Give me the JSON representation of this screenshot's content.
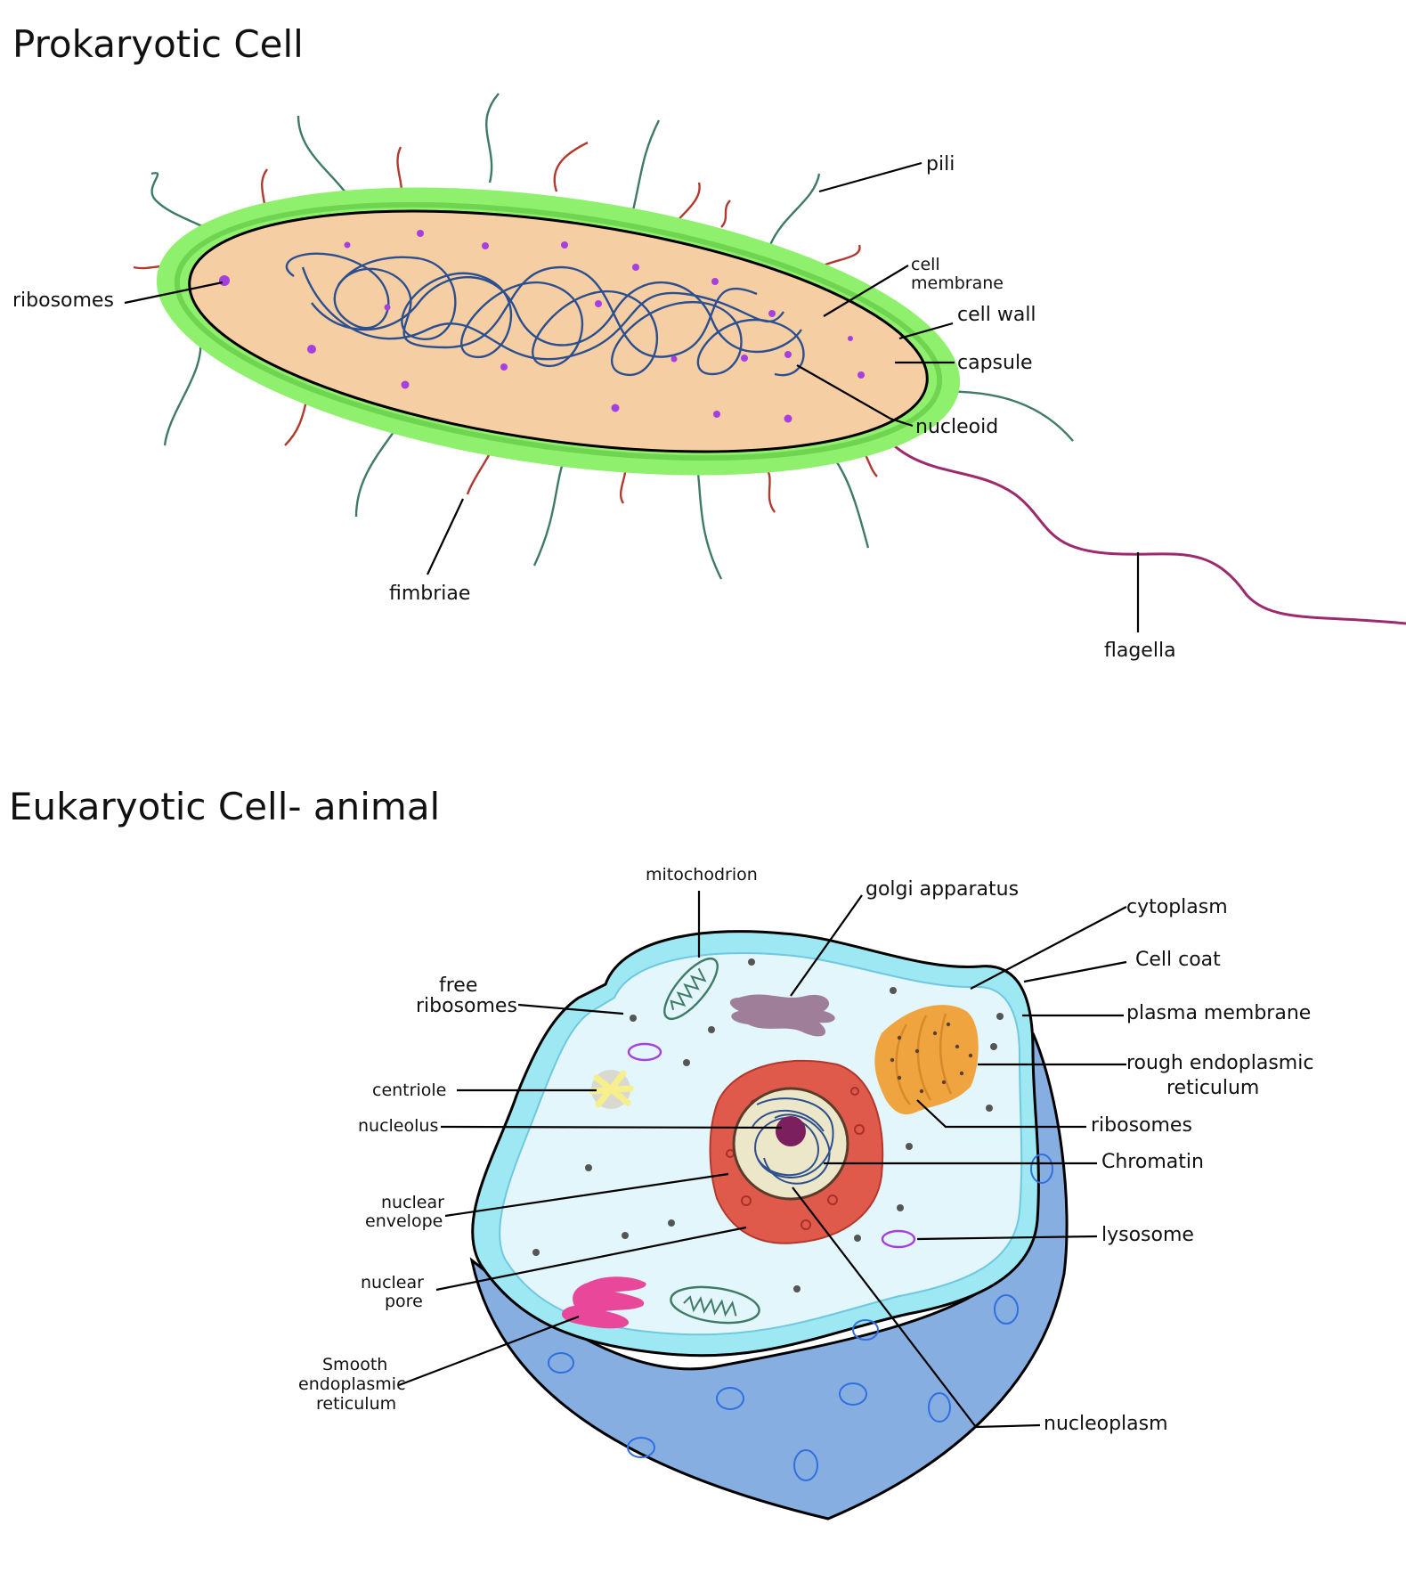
{
  "prokaryote": {
    "title": "Prokaryotic Cell",
    "labels": {
      "pili": "pili",
      "cell_membrane_1": "cell",
      "cell_membrane_2": "membrane",
      "cell_wall": "cell wall",
      "capsule": "capsule",
      "nucleoid": "nucleoid",
      "ribosomes": "ribosomes",
      "fimbriae": "fimbriae",
      "flagella": "flagella"
    }
  },
  "eukaryote": {
    "title": "Eukaryotic Cell- animal",
    "labels": {
      "mitochondrion": "mitochodrion",
      "golgi": "golgi apparatus",
      "cytoplasm": "cytoplasm",
      "cell_coat": "Cell coat",
      "plasma_membrane": "plasma membrane",
      "rough_er_1": "rough endoplasmic",
      "rough_er_2": "reticulum",
      "ribosomes": "ribosomes",
      "chromatin": "Chromatin",
      "lysosome": "lysosome",
      "nucleoplasm": "nucleoplasm",
      "free_ribosomes_1": "free",
      "free_ribosomes_2": "ribosomes",
      "centriole": "centriole",
      "nucleolus": "nucleolus",
      "nuclear_envelope_1": "nuclear",
      "nuclear_envelope_2": "envelope",
      "nuclear_pore_1": "nuclear",
      "nuclear_pore_2": "pore",
      "smooth_er_1": "Smooth",
      "smooth_er_2": "endoplasmic",
      "smooth_er_3": "reticulum"
    }
  },
  "colors": {
    "capsule": "#8ff06e",
    "cytoplasm_prokaryote": "#f6cea4",
    "nucleoid": "#2c4f8f",
    "ribosome_dot": "#a63fe0",
    "pili": "#b03a2e",
    "fimbriae": "#3f7a64",
    "flagellum": "#9c2a6c",
    "cell_coat": "#9de8f2",
    "cytoplasm_eukaryote": "#e2f6fc",
    "cell_body": "#86aee0",
    "nuclear_envelope": "#e05a4c",
    "nucleoplasm": "#ece7c9",
    "nucleolus": "#7c1f5e",
    "golgi": "#9f7e99",
    "rough_er": "#efa440",
    "smooth_er": "#e8479a",
    "lysosome": "#a63fe0",
    "centriole": "#f7ee8c"
  }
}
